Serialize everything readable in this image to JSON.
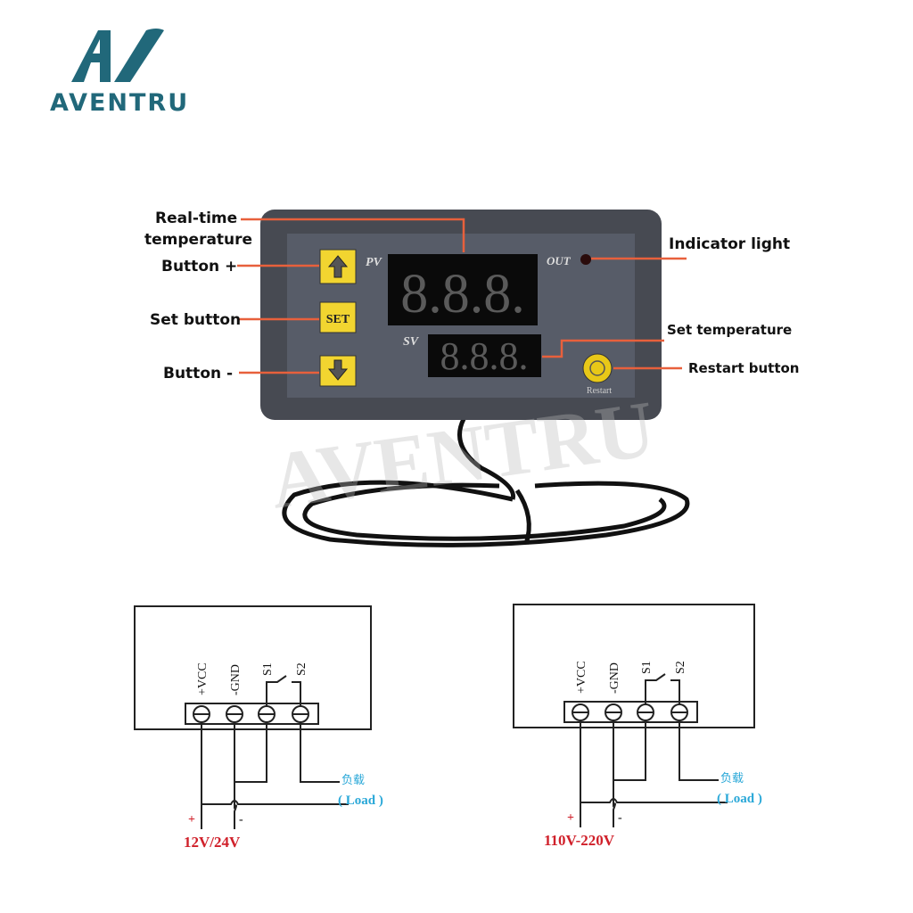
{
  "brand": {
    "name": "AVENTRU",
    "color": "#21687a",
    "watermark": "AVENTRU"
  },
  "device": {
    "pv_label": "PV",
    "sv_label": "SV",
    "out_label": "OUT",
    "set_key": "SET",
    "restart_label": "Restart",
    "pv_digits": "8.8.8.",
    "sv_digits": "8.8.8."
  },
  "callouts": {
    "realtime_line1": "Real-time",
    "realtime_line2": "temperature",
    "button_plus": "Button +",
    "set_button": "Set button",
    "button_minus": "Button -",
    "indicator_light": "Indicator light",
    "set_temperature": "Set temperature",
    "restart_button": "Restart button"
  },
  "colors": {
    "callout_line": "#e8603c",
    "display_red": "#ff3a3a",
    "key_yellow": "#f2d530",
    "supply_red": "#d0202a",
    "load_blue": "#2aa8d8"
  },
  "diagrams": [
    {
      "terminals": [
        "+VCC",
        "-GND",
        "S1",
        "S2"
      ],
      "load_cn": "负载",
      "load_en": "( Load )",
      "plus": "+",
      "minus": "-",
      "voltage": "12V/24V"
    },
    {
      "terminals": [
        "+VCC",
        "-GND",
        "S1",
        "S2"
      ],
      "load_cn": "负载",
      "load_en": "( Load )",
      "plus": "+",
      "minus": "-",
      "voltage": "110V-220V"
    }
  ]
}
